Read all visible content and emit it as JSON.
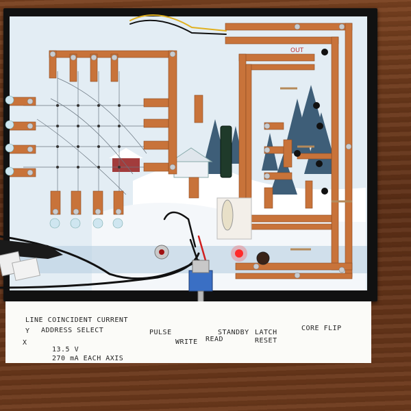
{
  "labels": {
    "y_axis": "Y",
    "x_axis": "X",
    "line_title": "LINE COINCIDENT CURRENT",
    "address_select": "ADDRESS SELECT",
    "voltage": "13.5 V",
    "current": "270 mA EACH AXIS",
    "pulse": "PULSE",
    "write": "WRITE",
    "read": "READ",
    "standby": "STANDBY",
    "latch": "LATCH",
    "reset": "RESET",
    "core_flip": "CORE FLIP",
    "pcb_out": "OUT"
  },
  "colors": {
    "copper": "#c8733a",
    "led_red": "#ff2a2a",
    "frame": "#111111",
    "wood": "#6b3a1e"
  }
}
